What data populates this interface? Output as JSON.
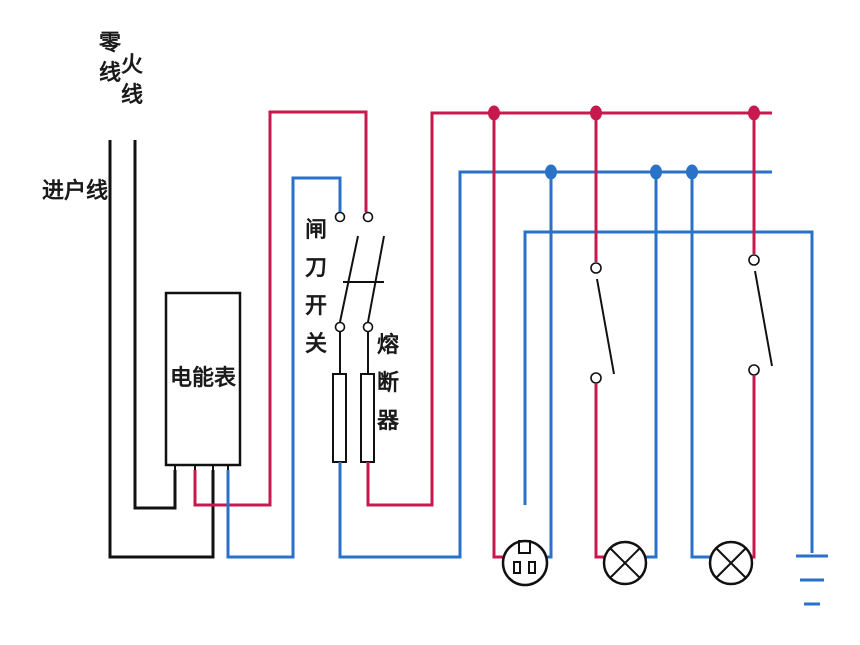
{
  "labels": {
    "neutral_wire": "零线",
    "live_wire": "火线",
    "service_line": "进户线",
    "meter": "电能表",
    "knife_switch": "闸刀开关",
    "fuse": "熔断器"
  },
  "colors": {
    "live": "#c8194e",
    "neutral": "#2a72c8",
    "earth": "#2a72c8",
    "ink": "#111111"
  },
  "components": {
    "loads": [
      "socket-icon",
      "lamp-icon",
      "lamp-icon"
    ],
    "switches": [
      "switch-icon",
      "switch-icon"
    ],
    "ground": "ground-icon"
  }
}
